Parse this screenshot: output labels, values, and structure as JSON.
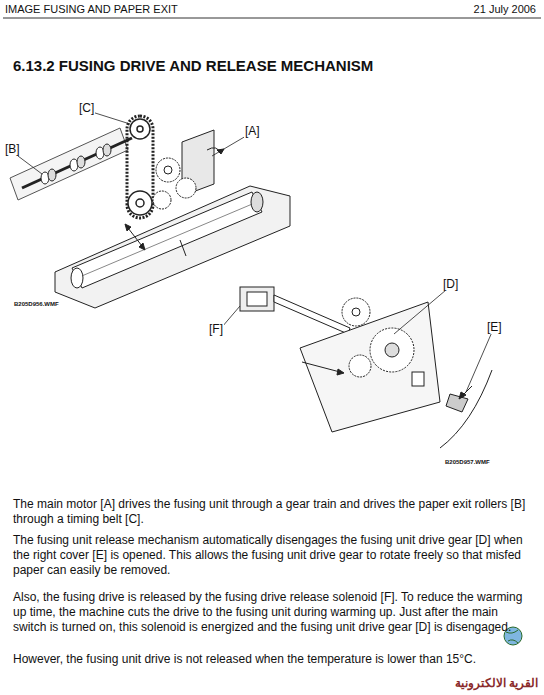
{
  "diagram": {
    "title": "6.13.2 FUSING DRIVE AND RELEASE MECHANISM",
    "labels": [
      "IMAGE FUSING AND PAPER EXIT",
      "21 July 2006",
      "[C]",
      "[B]",
      "[A]",
      "B205D956.WMF",
      "[F]",
      "[D]",
      "[E]",
      "B205D957.WMF",
      "The main motor [A] drives the fusing unit through a gear train and drives the paper exit rollers [B] through a timing belt [C].",
      "The fusing unit release mechanism automatically disengages the fusing unit drive gear [D] when the right cover [E] is opened. This allows the fusing unit drive gear to rotate freely so that misfed paper can easily be removed.",
      "Also, the fusing drive is released by the fusing drive release solenoid [F]. To reduce the warming up time, the machine cuts the drive to the fusing unit during warming up. Just after the main switch is turned on, this solenoid is energized and the fusing unit drive gear [D] is disengaged.",
      "However, the fusing unit drive is not released when the temperature is lower than 15°C.",
      "القرية الالكترونية"
    ]
  }
}
